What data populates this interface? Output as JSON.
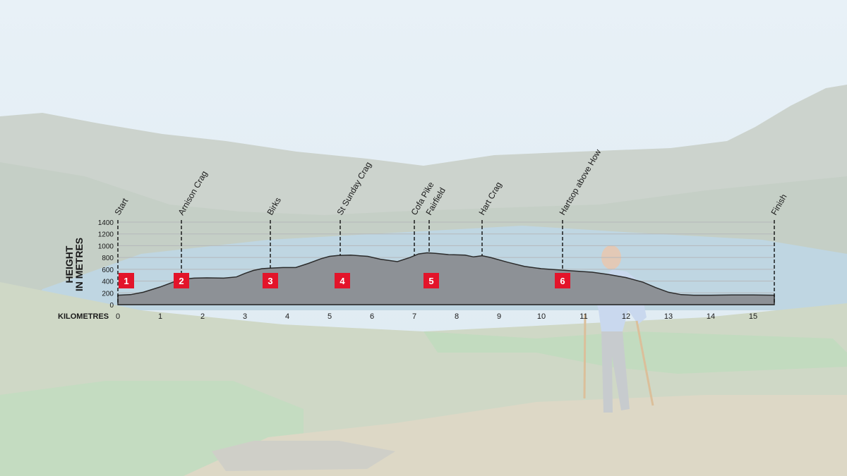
{
  "chart_data": {
    "type": "area",
    "title": "",
    "ylabel_lines": [
      "HEIGHT",
      "IN METRES"
    ],
    "xlabel": "KILOMETRES",
    "x_ticks": [
      0,
      1,
      2,
      3,
      4,
      5,
      6,
      7,
      8,
      9,
      10,
      11,
      12,
      13,
      14,
      15
    ],
    "y_ticks": [
      0,
      200,
      400,
      600,
      800,
      1000,
      1200,
      1400
    ],
    "xlim": [
      0,
      15.5
    ],
    "ylim": [
      0,
      1400
    ],
    "grid": true,
    "profile": {
      "name": "Elevation",
      "x": [
        0,
        0.3,
        0.6,
        1.0,
        1.3,
        1.5,
        1.8,
        2.1,
        2.5,
        2.8,
        3.0,
        3.2,
        3.4,
        3.6,
        3.9,
        4.2,
        4.5,
        4.8,
        5.0,
        5.2,
        5.5,
        5.9,
        6.2,
        6.6,
        6.9,
        7.1,
        7.3,
        7.5,
        7.8,
        8.2,
        8.4,
        8.6,
        8.8,
        9.2,
        9.6,
        10.0,
        10.4,
        10.8,
        11.2,
        11.6,
        12.0,
        12.4,
        12.7,
        13.0,
        13.3,
        13.6,
        14.0,
        14.5,
        15.0,
        15.5
      ],
      "y": [
        160,
        170,
        210,
        300,
        380,
        430,
        450,
        455,
        450,
        470,
        530,
        580,
        610,
        620,
        630,
        630,
        700,
        780,
        820,
        835,
        840,
        820,
        770,
        730,
        800,
        860,
        880,
        870,
        850,
        840,
        810,
        830,
        800,
        720,
        650,
        610,
        590,
        570,
        550,
        510,
        460,
        380,
        290,
        210,
        170,
        160,
        160,
        165,
        165,
        160
      ]
    },
    "waypoints": [
      {
        "label": "Start",
        "x": 0
      },
      {
        "label": "Arnison Crag",
        "x": 1.5
      },
      {
        "label": "Birks",
        "x": 3.6
      },
      {
        "label": "St Sunday Crag",
        "x": 5.25
      },
      {
        "label": "Cofa Pike",
        "x": 7.0
      },
      {
        "label": "Fairfield",
        "x": 7.35
      },
      {
        "label": "Hart Crag",
        "x": 8.6
      },
      {
        "label": "Hartsop above How",
        "x": 10.5
      },
      {
        "label": "Finish",
        "x": 15.5
      }
    ],
    "markers": [
      {
        "label": "1",
        "x": 0.2
      },
      {
        "label": "2",
        "x": 1.5
      },
      {
        "label": "3",
        "x": 3.6
      },
      {
        "label": "4",
        "x": 5.3
      },
      {
        "label": "5",
        "x": 7.4
      },
      {
        "label": "6",
        "x": 10.5
      }
    ],
    "colors": {
      "profile_fill": "#8d9196",
      "profile_stroke": "#2b2b2b",
      "marker_fill": "#e3142a",
      "marker_text": "#ffffff",
      "grid": "#b5b8bb",
      "text": "#1a1a1a"
    }
  }
}
